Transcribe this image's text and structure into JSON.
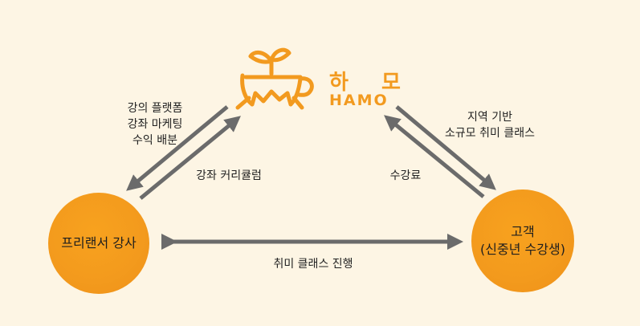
{
  "brand": {
    "name_korean": "하 모",
    "name_english": "HAMO",
    "accent_color": "#f29a1f"
  },
  "nodes": {
    "instructor": {
      "label": "프리랜서 강사"
    },
    "customer": {
      "line1": "고객",
      "line2": "(신중년 수강생)"
    }
  },
  "flows": {
    "platform_to_instructor": [
      "강의 플랫폼",
      "강좌 마케팅",
      "수익 배분"
    ],
    "instructor_to_platform": "강좌 커리큘럼",
    "customer_to_platform": "수강료",
    "platform_to_customer": [
      "지역 기반",
      "소규모 취미 클래스"
    ],
    "instructor_customer": "취미 클래스 진행"
  },
  "colors": {
    "background": "#fdf5e4",
    "node_fill": "#f39a1d",
    "arrow": "#6b6b6b"
  }
}
